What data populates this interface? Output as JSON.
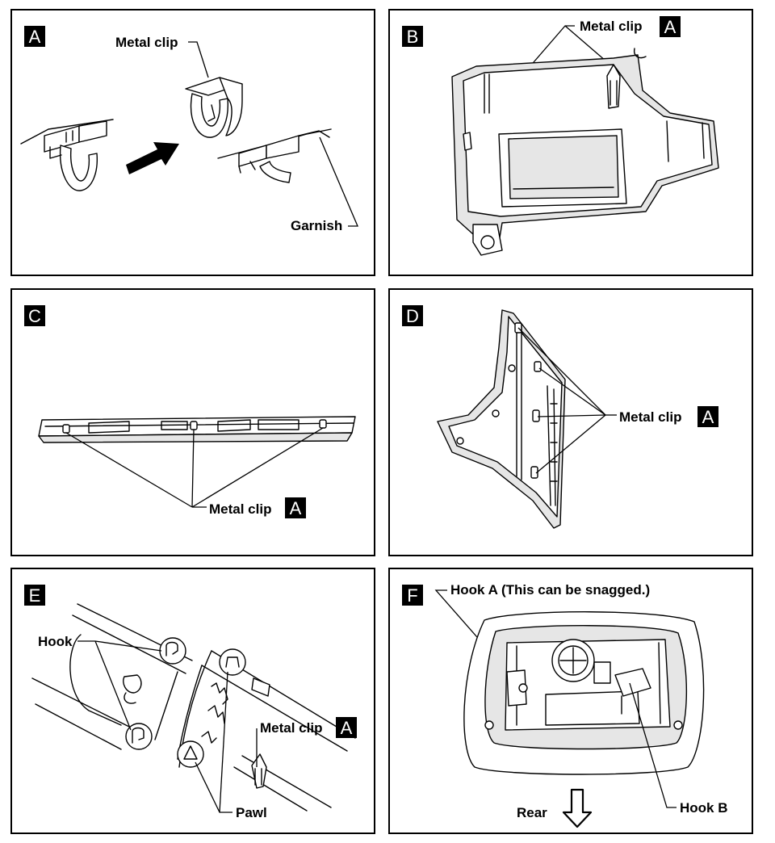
{
  "panels": {
    "A": {
      "badge": "A",
      "labels": {
        "metal_clip": "Metal clip",
        "garnish": "Garnish"
      }
    },
    "B": {
      "badge": "B",
      "labels": {
        "metal_clip": "Metal clip",
        "clip_badge": "A"
      }
    },
    "C": {
      "badge": "C",
      "labels": {
        "metal_clip": "Metal clip",
        "clip_badge": "A"
      }
    },
    "D": {
      "badge": "D",
      "labels": {
        "metal_clip": "Metal clip",
        "clip_badge": "A"
      }
    },
    "E": {
      "badge": "E",
      "labels": {
        "hook": "Hook",
        "metal_clip": "Metal clip",
        "clip_badge": "A",
        "pawl": "Pawl"
      }
    },
    "F": {
      "badge": "F",
      "labels": {
        "hook_a": "Hook  A (This can be snagged.)",
        "hook_b": "Hook  B",
        "rear": "Rear"
      }
    }
  }
}
